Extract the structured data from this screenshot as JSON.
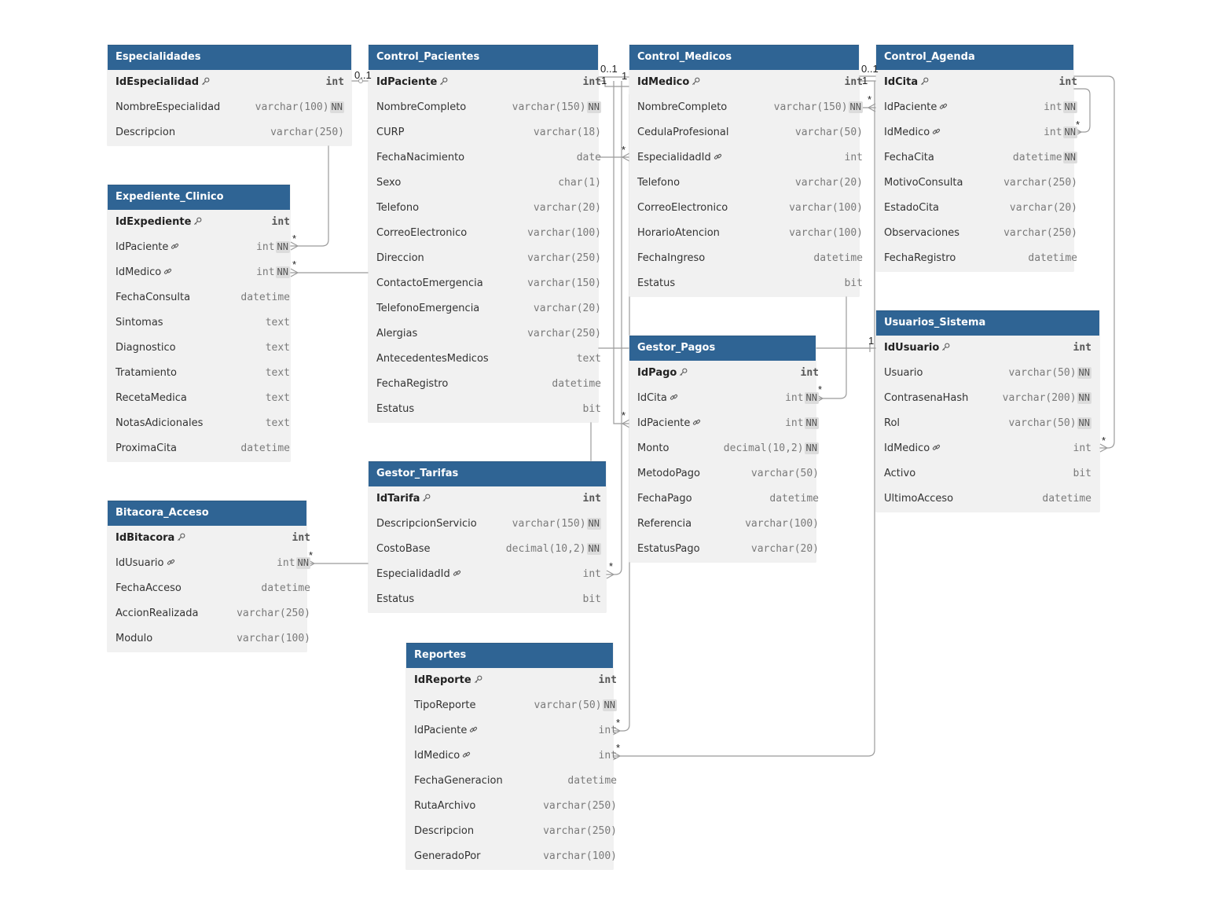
{
  "tables": [
    {
      "id": "especialidades",
      "name": "Especialidades",
      "fields": [
        {
          "name": "IdEspecialidad",
          "type": "int",
          "pk": true
        },
        {
          "name": "NombreEspecialidad",
          "type": "varchar(100)",
          "nn": true
        },
        {
          "name": "Descripcion",
          "type": "varchar(250)"
        }
      ]
    },
    {
      "id": "control_pacientes",
      "name": "Control_Pacientes",
      "fields": [
        {
          "name": "IdPaciente",
          "type": "int",
          "pk": true
        },
        {
          "name": "NombreCompleto",
          "type": "varchar(150)",
          "nn": true
        },
        {
          "name": "CURP",
          "type": "varchar(18)"
        },
        {
          "name": "FechaNacimiento",
          "type": "date"
        },
        {
          "name": "Sexo",
          "type": "char(1)"
        },
        {
          "name": "Telefono",
          "type": "varchar(20)"
        },
        {
          "name": "CorreoElectronico",
          "type": "varchar(100)"
        },
        {
          "name": "Direccion",
          "type": "varchar(250)"
        },
        {
          "name": "ContactoEmergencia",
          "type": "varchar(150)"
        },
        {
          "name": "TelefonoEmergencia",
          "type": "varchar(20)"
        },
        {
          "name": "Alergias",
          "type": "varchar(250)"
        },
        {
          "name": "AntecedentesMedicos",
          "type": "text"
        },
        {
          "name": "FechaRegistro",
          "type": "datetime"
        },
        {
          "name": "Estatus",
          "type": "bit"
        }
      ]
    },
    {
      "id": "control_medicos",
      "name": "Control_Medicos",
      "fields": [
        {
          "name": "IdMedico",
          "type": "int",
          "pk": true
        },
        {
          "name": "NombreCompleto",
          "type": "varchar(150)",
          "nn": true
        },
        {
          "name": "CedulaProfesional",
          "type": "varchar(50)"
        },
        {
          "name": "EspecialidadId",
          "type": "int",
          "fk": true
        },
        {
          "name": "Telefono",
          "type": "varchar(20)"
        },
        {
          "name": "CorreoElectronico",
          "type": "varchar(100)"
        },
        {
          "name": "HorarioAtencion",
          "type": "varchar(100)"
        },
        {
          "name": "FechaIngreso",
          "type": "datetime"
        },
        {
          "name": "Estatus",
          "type": "bit"
        }
      ]
    },
    {
      "id": "control_agenda",
      "name": "Control_Agenda",
      "fields": [
        {
          "name": "IdCita",
          "type": "int",
          "pk": true
        },
        {
          "name": "IdPaciente",
          "type": "int",
          "fk": true,
          "nn": true
        },
        {
          "name": "IdMedico",
          "type": "int",
          "fk": true,
          "nn": true
        },
        {
          "name": "FechaCita",
          "type": "datetime",
          "nn": true
        },
        {
          "name": "MotivoConsulta",
          "type": "varchar(250)"
        },
        {
          "name": "EstadoCita",
          "type": "varchar(20)"
        },
        {
          "name": "Observaciones",
          "type": "varchar(250)"
        },
        {
          "name": "FechaRegistro",
          "type": "datetime"
        }
      ]
    },
    {
      "id": "expediente_clinico",
      "name": "Expediente_Clinico",
      "fields": [
        {
          "name": "IdExpediente",
          "type": "int",
          "pk": true
        },
        {
          "name": "IdPaciente",
          "type": "int",
          "fk": true,
          "nn": true
        },
        {
          "name": "IdMedico",
          "type": "int",
          "fk": true,
          "nn": true
        },
        {
          "name": "FechaConsulta",
          "type": "datetime"
        },
        {
          "name": "Sintomas",
          "type": "text"
        },
        {
          "name": "Diagnostico",
          "type": "text"
        },
        {
          "name": "Tratamiento",
          "type": "text"
        },
        {
          "name": "RecetaMedica",
          "type": "text"
        },
        {
          "name": "NotasAdicionales",
          "type": "text"
        },
        {
          "name": "ProximaCita",
          "type": "datetime"
        }
      ]
    },
    {
      "id": "usuarios_sistema",
      "name": "Usuarios_Sistema",
      "fields": [
        {
          "name": "IdUsuario",
          "type": "int",
          "pk": true
        },
        {
          "name": "Usuario",
          "type": "varchar(50)",
          "nn": true
        },
        {
          "name": "ContrasenaHash",
          "type": "varchar(200)",
          "nn": true
        },
        {
          "name": "Rol",
          "type": "varchar(50)",
          "nn": true
        },
        {
          "name": "IdMedico",
          "type": "int",
          "fk": true
        },
        {
          "name": "Activo",
          "type": "bit"
        },
        {
          "name": "UltimoAcceso",
          "type": "datetime"
        }
      ]
    },
    {
      "id": "gestor_pagos",
      "name": "Gestor_Pagos",
      "fields": [
        {
          "name": "IdPago",
          "type": "int",
          "pk": true
        },
        {
          "name": "IdCita",
          "type": "int",
          "fk": true,
          "nn": true
        },
        {
          "name": "IdPaciente",
          "type": "int",
          "fk": true,
          "nn": true
        },
        {
          "name": "Monto",
          "type": "decimal(10,2)",
          "nn": true
        },
        {
          "name": "MetodoPago",
          "type": "varchar(50)"
        },
        {
          "name": "FechaPago",
          "type": "datetime"
        },
        {
          "name": "Referencia",
          "type": "varchar(100)"
        },
        {
          "name": "EstatusPago",
          "type": "varchar(20)"
        }
      ]
    },
    {
      "id": "gestor_tarifas",
      "name": "Gestor_Tarifas",
      "fields": [
        {
          "name": "IdTarifa",
          "type": "int",
          "pk": true
        },
        {
          "name": "DescripcionServicio",
          "type": "varchar(150)",
          "nn": true
        },
        {
          "name": "CostoBase",
          "type": "decimal(10,2)",
          "nn": true
        },
        {
          "name": "EspecialidadId",
          "type": "int",
          "fk": true
        },
        {
          "name": "Estatus",
          "type": "bit"
        }
      ]
    },
    {
      "id": "bitacora_acceso",
      "name": "Bitacora_Acceso",
      "fields": [
        {
          "name": "IdBitacora",
          "type": "int",
          "pk": true
        },
        {
          "name": "IdUsuario",
          "type": "int",
          "fk": true,
          "nn": true
        },
        {
          "name": "FechaAcceso",
          "type": "datetime"
        },
        {
          "name": "AccionRealizada",
          "type": "varchar(250)"
        },
        {
          "name": "Modulo",
          "type": "varchar(100)"
        }
      ]
    },
    {
      "id": "reportes",
      "name": "Reportes",
      "fields": [
        {
          "name": "IdReporte",
          "type": "int",
          "pk": true
        },
        {
          "name": "TipoReporte",
          "type": "varchar(50)",
          "nn": true
        },
        {
          "name": "IdPaciente",
          "type": "int",
          "fk": true
        },
        {
          "name": "IdMedico",
          "type": "int",
          "fk": true
        },
        {
          "name": "FechaGeneracion",
          "type": "datetime"
        },
        {
          "name": "RutaArchivo",
          "type": "varchar(250)"
        },
        {
          "name": "Descripcion",
          "type": "varchar(250)"
        },
        {
          "name": "GeneradoPor",
          "type": "varchar(100)"
        }
      ]
    }
  ],
  "cardinality_labels": [
    "0..1",
    "0..1",
    "0..1",
    "1",
    "1",
    "1",
    "1",
    "*",
    "*",
    "*",
    "*",
    "*",
    "*",
    "*",
    "*",
    "*",
    "*",
    "*",
    "*"
  ],
  "colors": {
    "header": "#2f6494",
    "body": "#f1f1f1",
    "line": "#9b9b9b",
    "header_text": "#ffffff"
  },
  "icons": {
    "primary_key": "key-icon",
    "foreign_key": "link-icon"
  }
}
